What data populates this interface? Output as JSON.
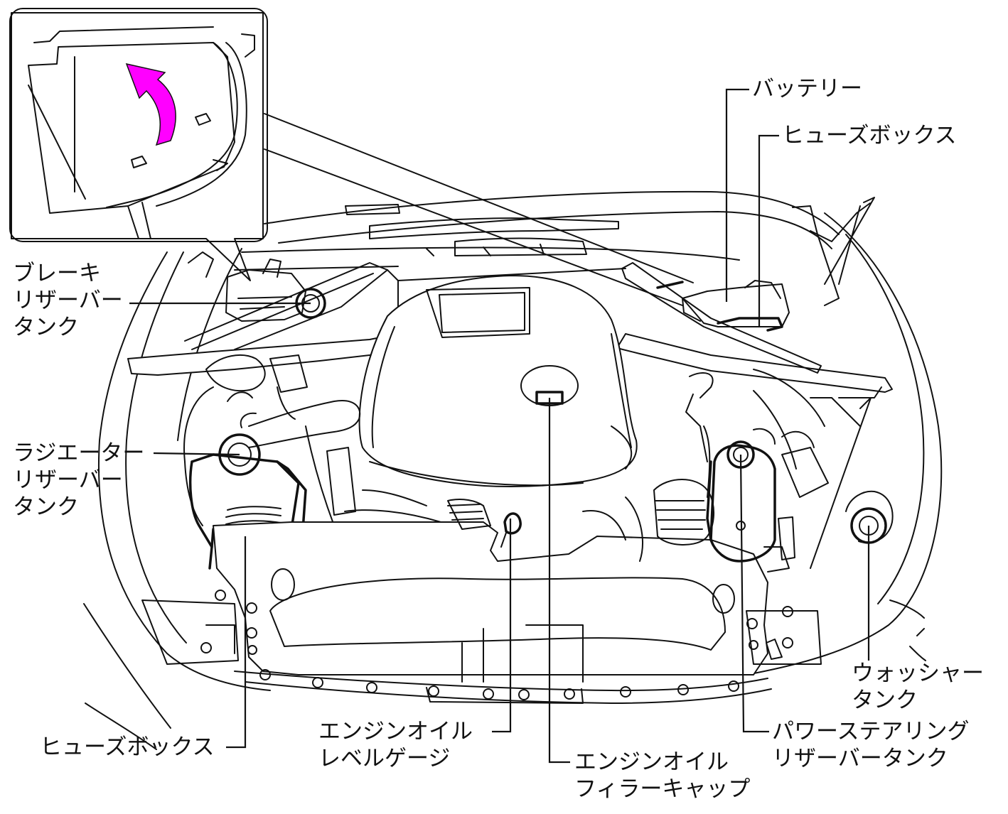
{
  "labels": {
    "battery": "バッテリー",
    "fuse_box_top": "ヒューズボックス",
    "brake_reservoir": [
      "ブレーキ",
      "リザーバー",
      "タンク"
    ],
    "radiator_reservoir": [
      "ラジエーター",
      "リザーバー",
      "タンク"
    ],
    "fuse_box_bottom": "ヒューズボックス",
    "oil_dipstick": [
      "エンジンオイル",
      "レベルゲージ"
    ],
    "oil_filler_cap": [
      "エンジンオイル",
      "フィラーキャップ"
    ],
    "power_steering_reservoir": [
      "パワーステアリング",
      "リザーバータンク"
    ],
    "washer_tank": [
      "ウォッシャー",
      "タンク"
    ]
  },
  "colors": {
    "line": "#111111",
    "arrow": "#ff00ff",
    "background": "#ffffff"
  },
  "icons": {
    "lift_arrow": "curved-up-arrow"
  }
}
